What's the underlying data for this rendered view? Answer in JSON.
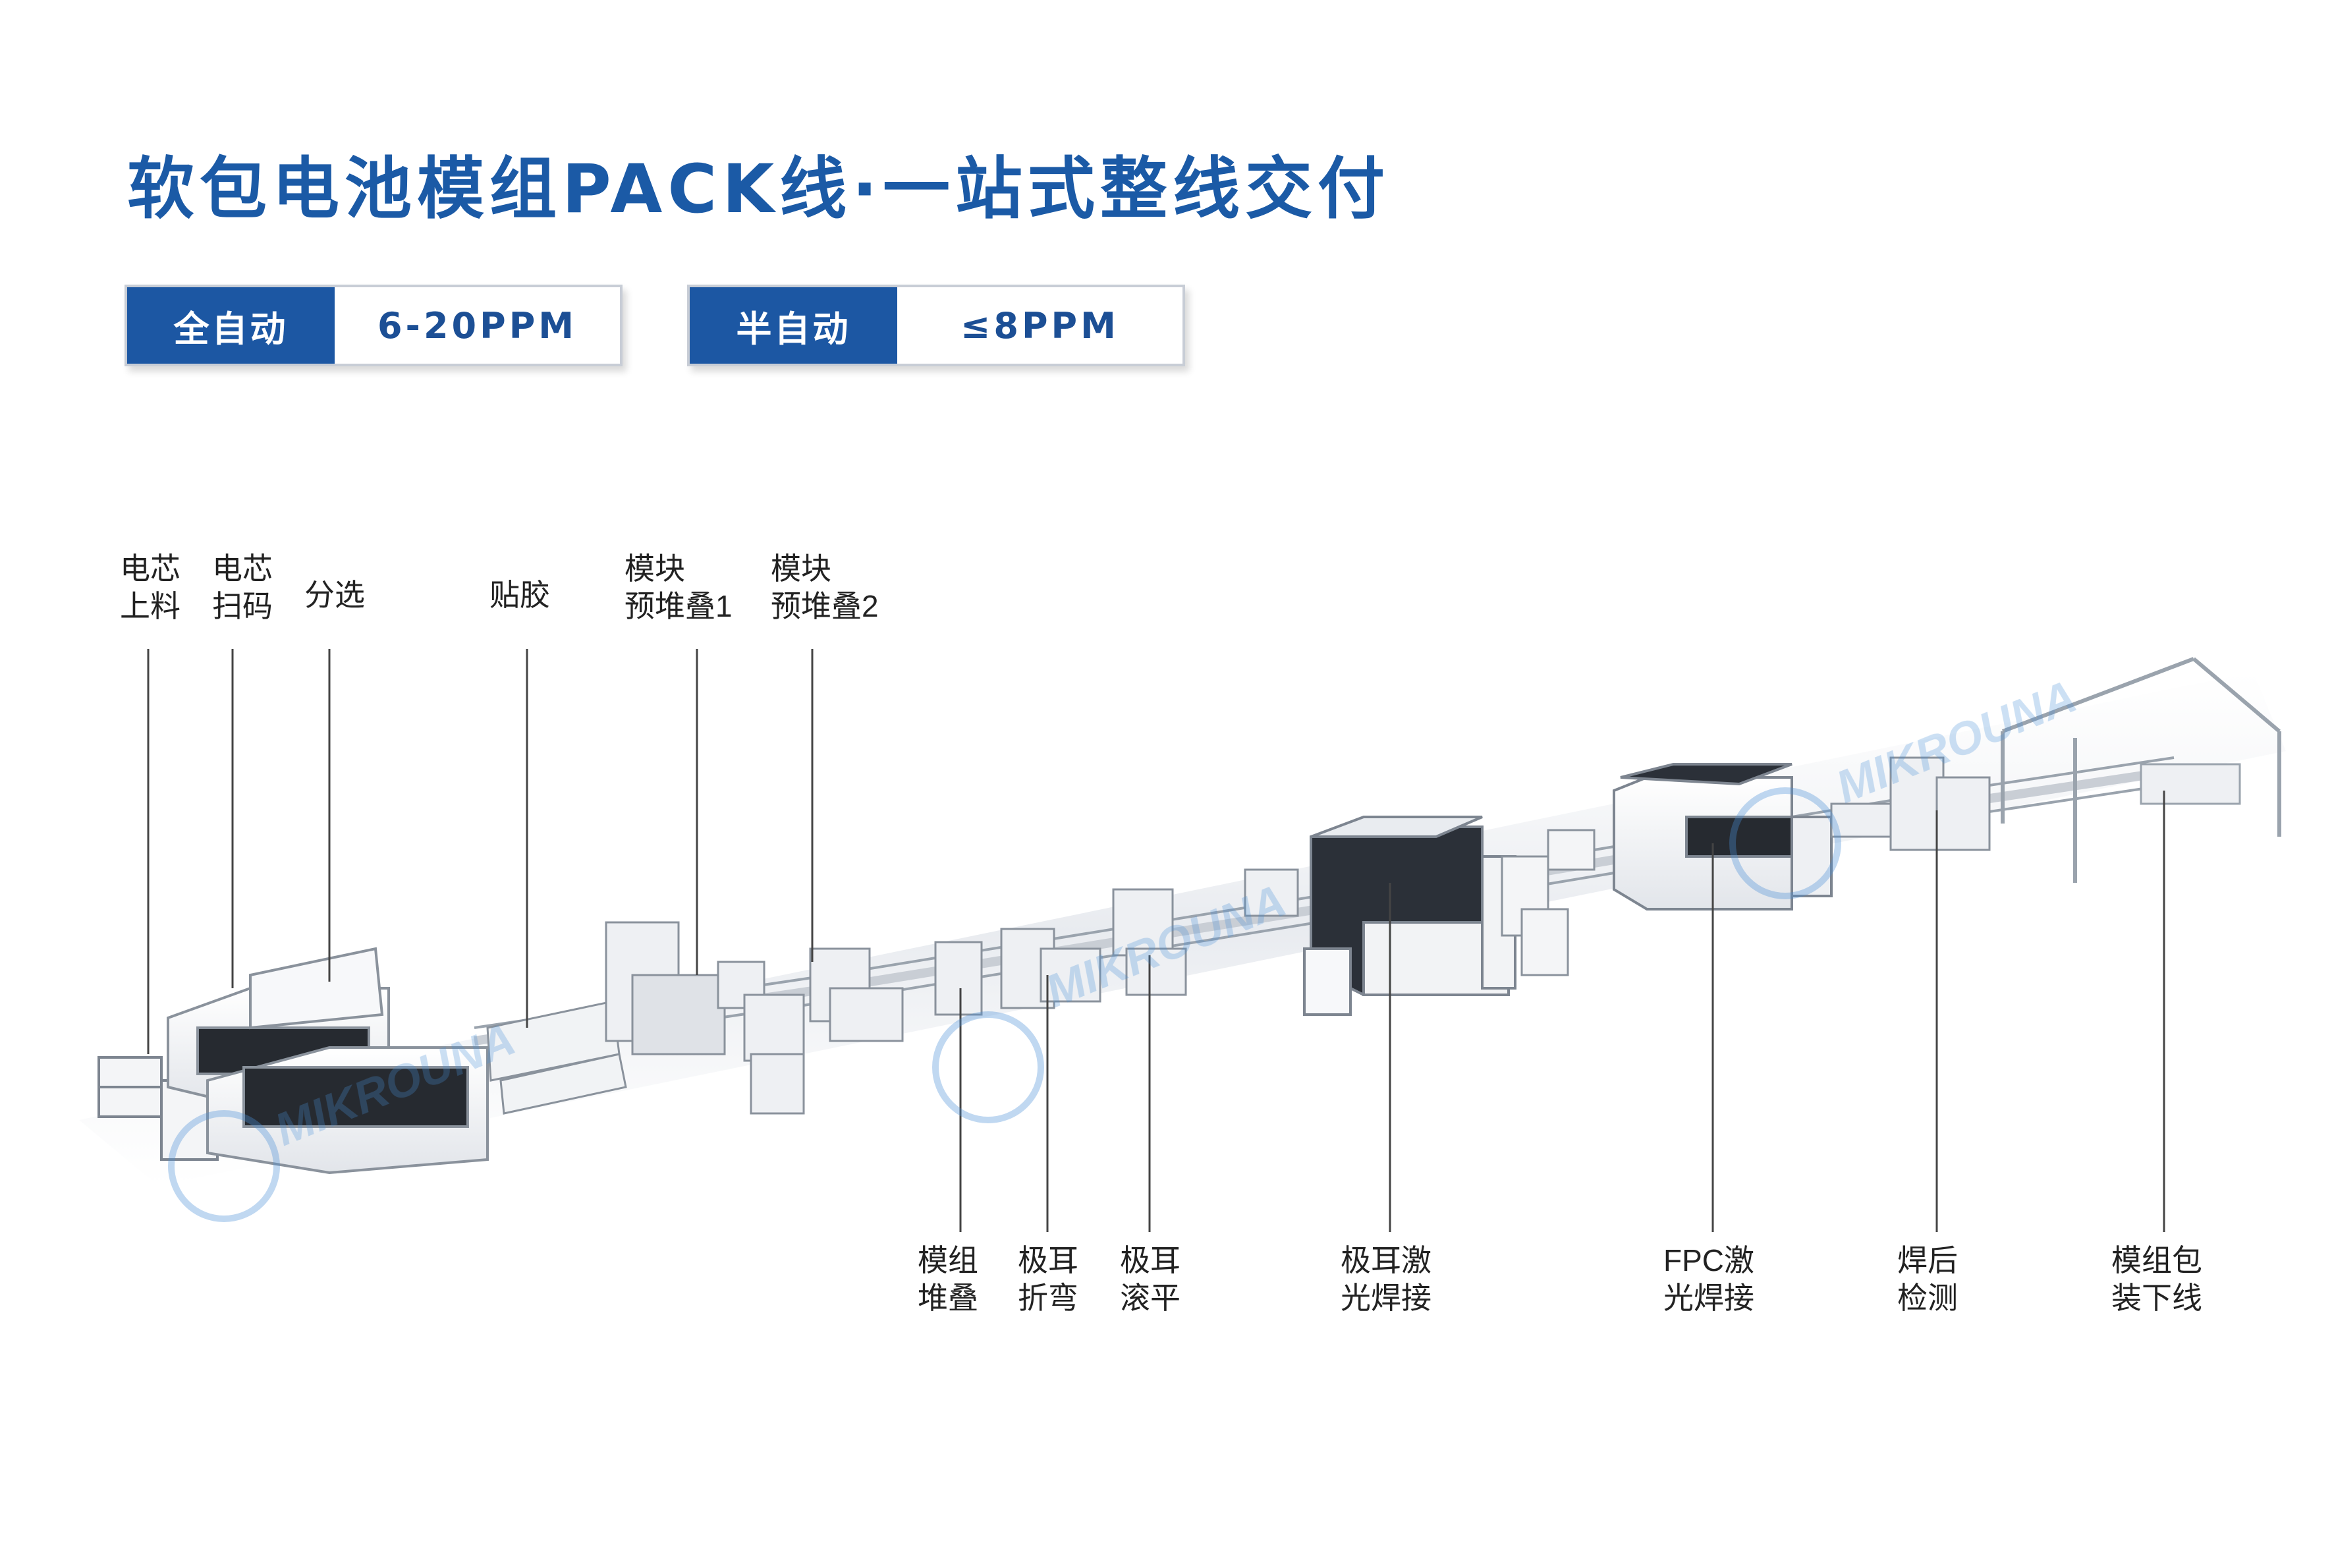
{
  "title": "软包电池模组PACK线·一站式整线交付",
  "badges": [
    {
      "key": "全自动",
      "value": "6-20PPM"
    },
    {
      "key": "半自动",
      "value": "≤8PPM"
    }
  ],
  "watermark": "MIKROUNA",
  "colors": {
    "brand": "#1c57a3",
    "title": "#1b5aa6",
    "line": "#444444"
  },
  "stations_top": [
    {
      "line1": "电芯",
      "line2": "上料"
    },
    {
      "line1": "电芯",
      "line2": "扫码"
    },
    {
      "line1": "分选",
      "line2": ""
    },
    {
      "line1": "贴胶",
      "line2": ""
    },
    {
      "line1": "模块",
      "line2": "预堆叠1"
    },
    {
      "line1": "模块",
      "line2": "预堆叠2"
    }
  ],
  "stations_bottom": [
    {
      "line1": "模组",
      "line2": "堆叠"
    },
    {
      "line1": "极耳",
      "line2": "折弯"
    },
    {
      "line1": "极耳",
      "line2": "滚平"
    },
    {
      "line1": "极耳激",
      "line2": "光焊接"
    },
    {
      "line1": "FPC激",
      "line2": "光焊接"
    },
    {
      "line1": "焊后",
      "line2": "检测"
    },
    {
      "line1": "模组包",
      "line2": "装下线"
    }
  ]
}
